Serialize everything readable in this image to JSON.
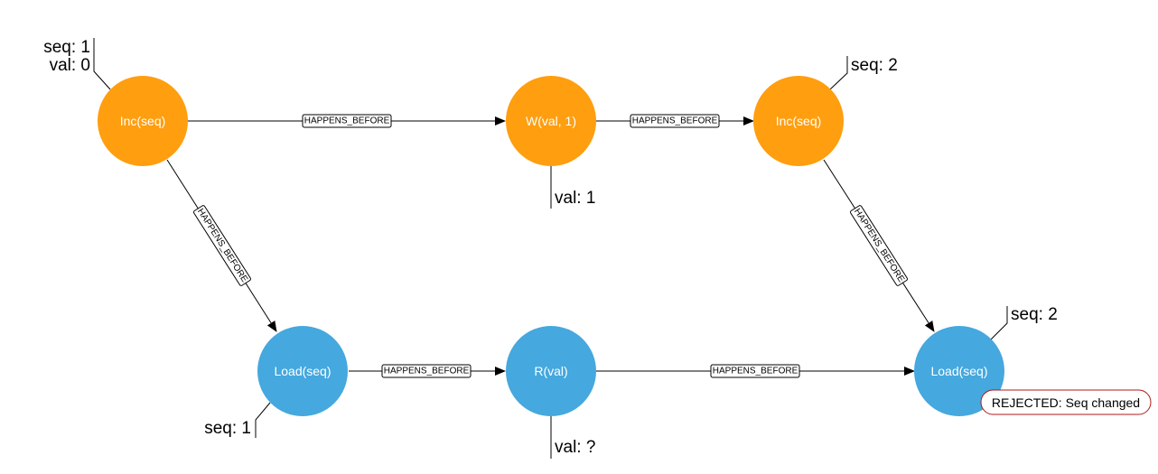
{
  "colors": {
    "writer_node": "#FF9E0F",
    "reader_node": "#45A8DE",
    "edge": "#000000",
    "rejected_border": "#B01818"
  },
  "nodes": {
    "inc_seq_1": {
      "label": "Inc(seq)",
      "role": "writer"
    },
    "write_val": {
      "label": "W(val, 1)",
      "role": "writer"
    },
    "inc_seq_2": {
      "label": "Inc(seq)",
      "role": "writer"
    },
    "load_seq_1": {
      "label": "Load(seq)",
      "role": "reader"
    },
    "read_val": {
      "label": "R(val)",
      "role": "reader"
    },
    "load_seq_2": {
      "label": "Load(seq)",
      "role": "reader"
    }
  },
  "edges": {
    "e1": {
      "from": "inc_seq_1",
      "to": "write_val",
      "label": "HAPPENS_BEFORE"
    },
    "e2": {
      "from": "write_val",
      "to": "inc_seq_2",
      "label": "HAPPENS_BEFORE"
    },
    "e3": {
      "from": "inc_seq_1",
      "to": "load_seq_1",
      "label": "HAPPENS_BEFORE"
    },
    "e4": {
      "from": "load_seq_1",
      "to": "read_val",
      "label": "HAPPENS_BEFORE"
    },
    "e5": {
      "from": "read_val",
      "to": "load_seq_2",
      "label": "HAPPENS_BEFORE"
    },
    "e6": {
      "from": "inc_seq_2",
      "to": "load_seq_2",
      "label": "HAPPENS_BEFORE"
    }
  },
  "annotations": {
    "inc1_seq": "seq: 1",
    "inc1_val": "val: 0",
    "write_val": "val: 1",
    "inc2_seq": "seq: 2",
    "load1_seq": "seq: 1",
    "read_val": "val: ?",
    "load2_seq": "seq: 2"
  },
  "status": {
    "rejected": "REJECTED: Seq changed"
  }
}
